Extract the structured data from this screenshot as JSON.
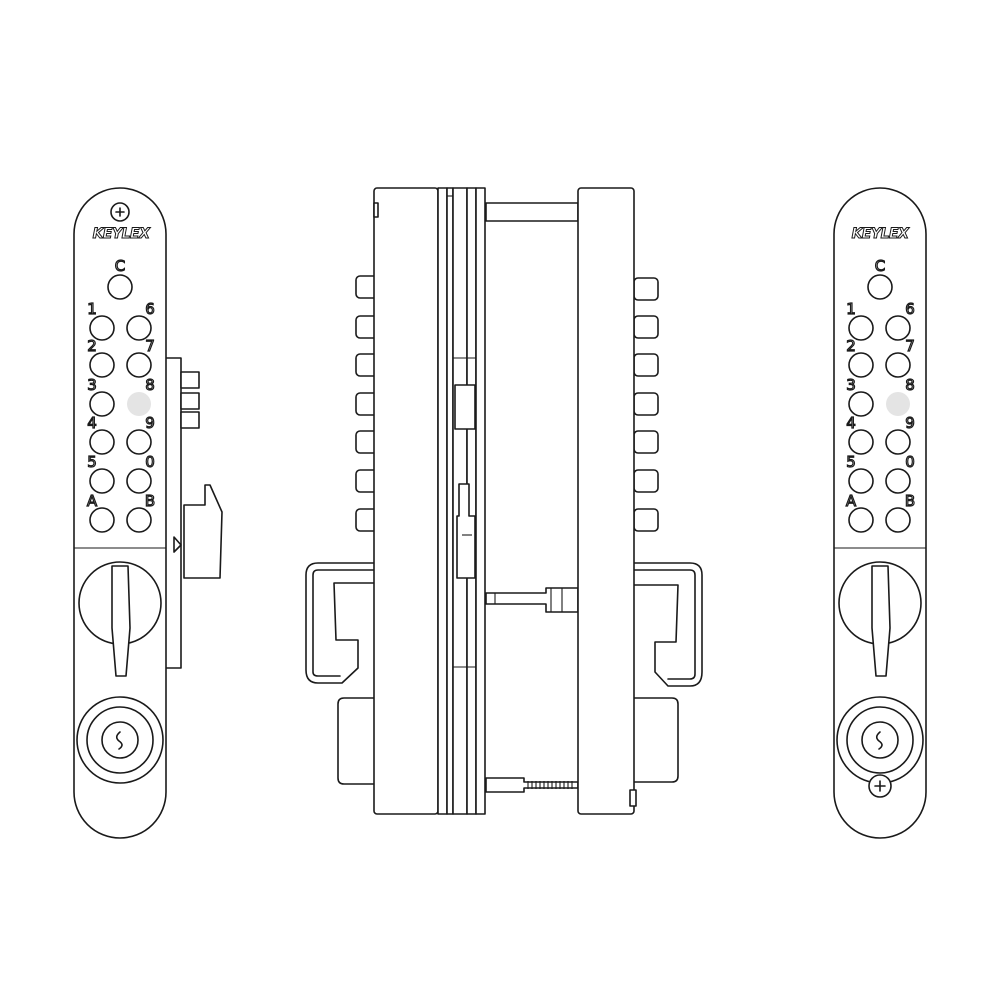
{
  "brand": "KEYLEX",
  "keypad": {
    "clear_key": "C",
    "left_column": [
      "1",
      "2",
      "3",
      "4",
      "5",
      "A"
    ],
    "right_column": [
      "6",
      "7",
      "8",
      "9",
      "0",
      "B"
    ]
  },
  "views": [
    "front-view-left",
    "side-view-center",
    "front-view-right"
  ],
  "colors": {
    "line": "#1a1a1a",
    "background": "#ffffff",
    "blank_key": "#e4e4e4"
  }
}
